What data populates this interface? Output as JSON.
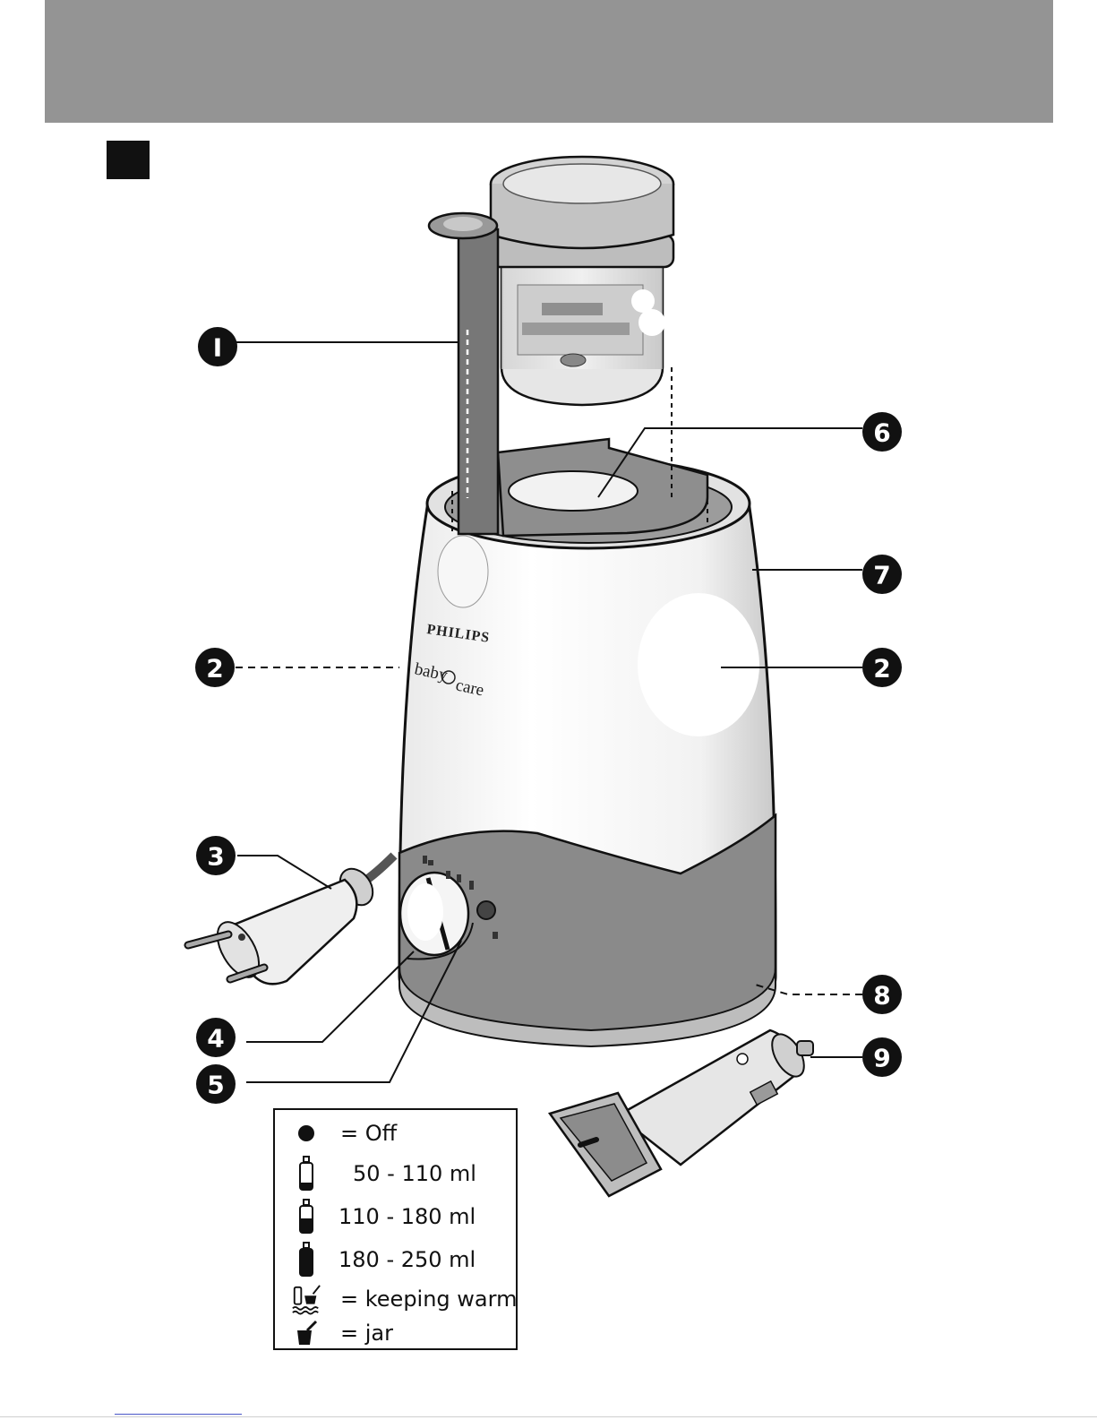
{
  "header": {
    "band_color": "#949494",
    "marker_color": "#111111"
  },
  "product": {
    "brand": "PHILIPS",
    "line_prefix": "baby",
    "line_suffix": "care"
  },
  "callouts": [
    {
      "id": "1",
      "label": "I",
      "part": "jar-holder"
    },
    {
      "id": "2a",
      "label": "2",
      "part": "housing-left"
    },
    {
      "id": "2b",
      "label": "2",
      "part": "housing-right"
    },
    {
      "id": "3",
      "label": "3",
      "part": "mains-plug"
    },
    {
      "id": "4",
      "label": "4",
      "part": "temperature-dial"
    },
    {
      "id": "5",
      "label": "5",
      "part": "indicator-light"
    },
    {
      "id": "6",
      "label": "6",
      "part": "bottle-adapter-ring"
    },
    {
      "id": "7",
      "label": "7",
      "part": "water-reservoir"
    },
    {
      "id": "8",
      "label": "8",
      "part": "base"
    },
    {
      "id": "9",
      "label": "9",
      "part": "car-adapter"
    }
  ],
  "legend": {
    "items": [
      {
        "icon": "off-dot-icon",
        "text": "= Off"
      },
      {
        "icon": "bottle-small-icon",
        "text": "50 - 110 ml"
      },
      {
        "icon": "bottle-medium-icon",
        "text": "110 - 180 ml"
      },
      {
        "icon": "bottle-large-icon",
        "text": "180 - 250 ml"
      },
      {
        "icon": "keeping-warm-icon",
        "text": "= keeping warm"
      },
      {
        "icon": "jar-icon",
        "text": "= jar"
      }
    ]
  },
  "colors": {
    "dark_gray": "#7d7d7d",
    "light_gray": "#d9d9d9",
    "outline": "#111111"
  }
}
